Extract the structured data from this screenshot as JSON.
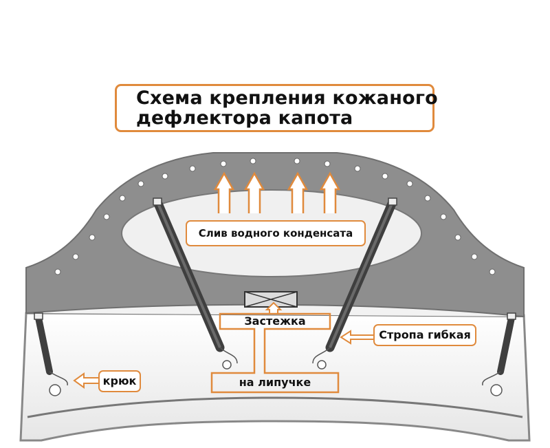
{
  "title": {
    "line1": "Схема крепления кожаного",
    "line2": "дефлектора капота"
  },
  "labels": {
    "drain": "Слив  водного конденсата",
    "clasp": "Застежка",
    "strap": "Стропа гибкая",
    "hook": "крюк",
    "velcro": "на липучке"
  },
  "colors": {
    "accent": "#e08a3c",
    "deflector": "#8e8e8e",
    "hood": "#f2f2f2",
    "strap": "#4a4a4a"
  }
}
